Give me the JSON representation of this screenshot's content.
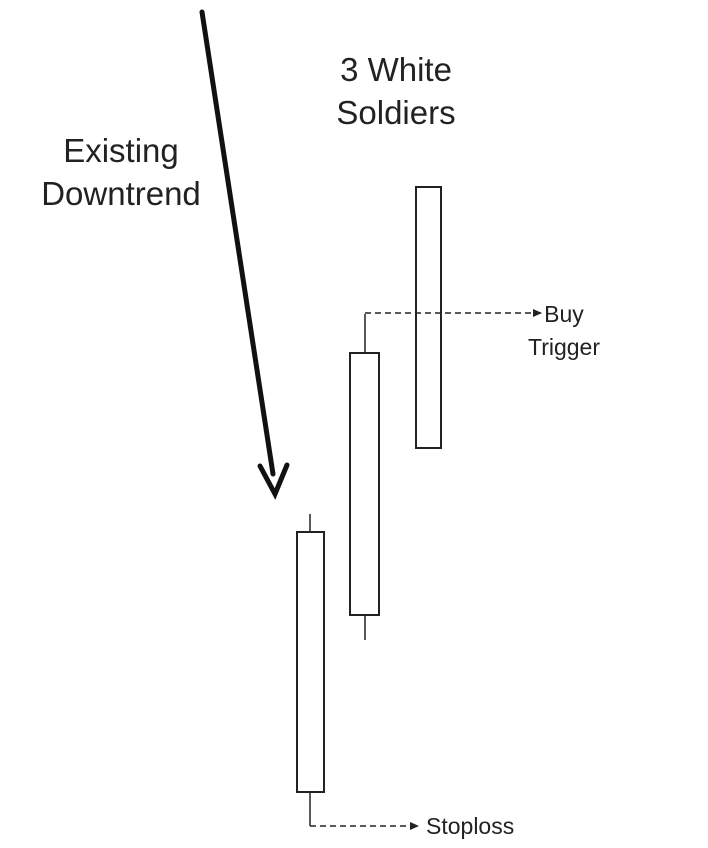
{
  "diagram": {
    "title_line1": "3 White",
    "title_line2": "Soldiers",
    "trend_line1": "Existing",
    "trend_line2": "Downtrend",
    "buy_line1": "Buy",
    "buy_line2": "Trigger",
    "stoploss": "Stoploss"
  },
  "colors": {
    "stroke": "#222222",
    "candle_fill": "#ffffff",
    "background": "#ffffff"
  },
  "candles": [
    {
      "name": "first-white-soldier",
      "color": "white"
    },
    {
      "name": "second-white-soldier",
      "color": "white"
    },
    {
      "name": "third-white-soldier",
      "color": "white"
    }
  ]
}
